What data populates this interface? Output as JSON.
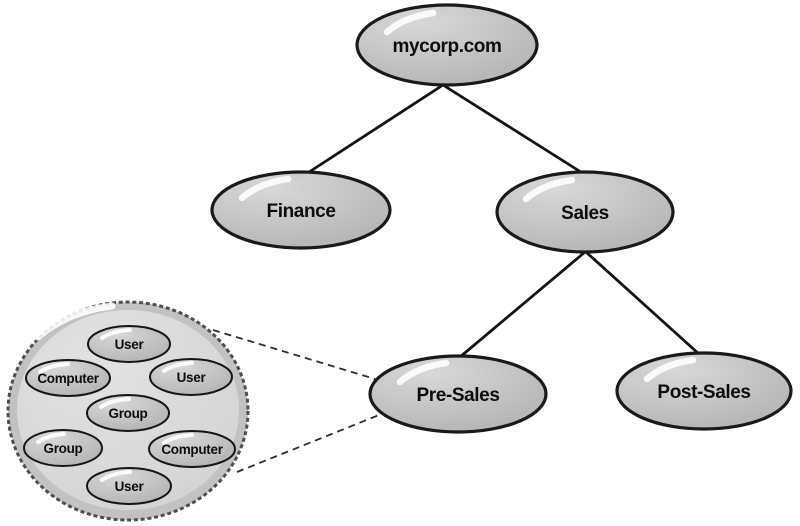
{
  "diagram": {
    "kind": "organizational-unit-tree",
    "nodes": {
      "root": {
        "label": "mycorp.com"
      },
      "finance": {
        "label": "Finance"
      },
      "sales": {
        "label": "Sales"
      },
      "pre_sales": {
        "label": "Pre-Sales"
      },
      "post_sales": {
        "label": "Post-Sales"
      }
    },
    "edges": [
      {
        "from": "mycorp.com",
        "to": "Finance"
      },
      {
        "from": "mycorp.com",
        "to": "Sales"
      },
      {
        "from": "Sales",
        "to": "Pre-Sales"
      },
      {
        "from": "Sales",
        "to": "Post-Sales"
      }
    ],
    "magnifier": {
      "target": "Pre-Sales",
      "items": [
        "User",
        "Computer",
        "User",
        "Group",
        "Group",
        "Computer",
        "User"
      ]
    },
    "colors": {
      "background": "#ffffff",
      "node_fill": "#bdbdbd",
      "node_fill_highlight": "#d8d8d8",
      "node_stroke": "#1a1a1a",
      "edge_color": "#141414",
      "magnifier_rim": "#c2c2c2",
      "magnifier_interior": "#d9d9d9",
      "magnifier_edge": "#4f4f4f",
      "callout_color": "#2e2e2e",
      "text_color": "#0d0d0d"
    }
  }
}
